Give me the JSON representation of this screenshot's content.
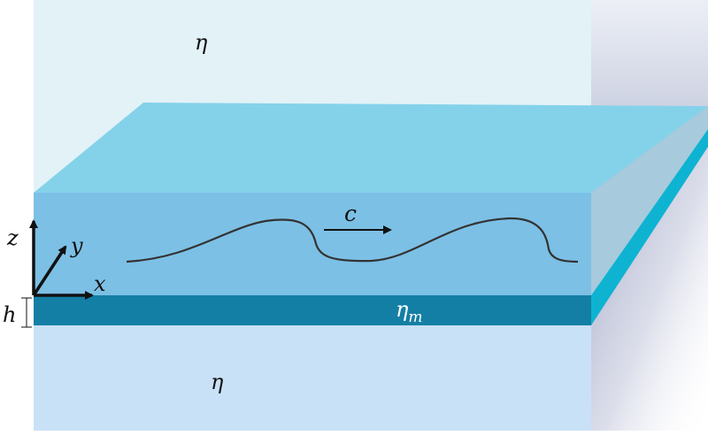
{
  "labels": {
    "eta_top": "η",
    "eta_bottom": "η",
    "eta_m_main": "η",
    "eta_m_sub": "m",
    "speed": "c",
    "axis_x": "x",
    "axis_y": "y",
    "axis_z": "z",
    "thickness": "h"
  },
  "colors": {
    "upper_fluid": "#e2f2f7",
    "film_top": "#84d2ea",
    "film_front": "#7cc0e5",
    "membrane_front": "#147fa4",
    "membrane_side": "#0fb3d2",
    "lower_fluid": "#c9e1f6",
    "side_shade": "#aab1cc",
    "wave": "#333333",
    "arrow": "#111111"
  }
}
